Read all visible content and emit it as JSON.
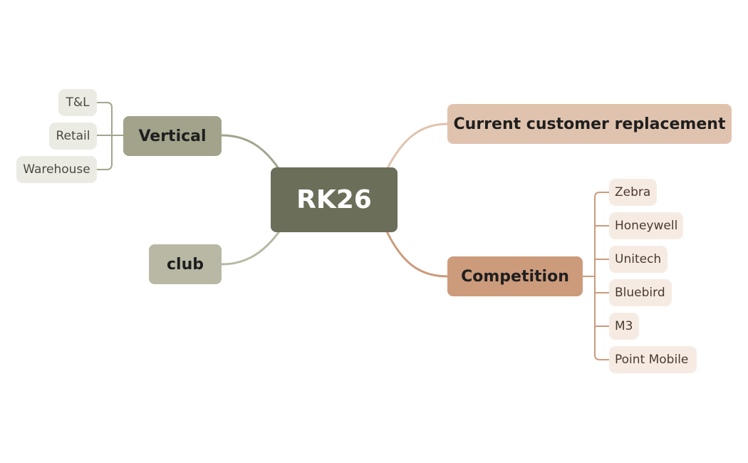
{
  "mindmap": {
    "root": {
      "label": "RK26"
    },
    "branches": {
      "vertical": {
        "label": "Vertical",
        "children": [
          "T&L",
          "Retail",
          "Warehouse"
        ]
      },
      "club": {
        "label": "club"
      },
      "current": {
        "label": "Current customer replacement"
      },
      "competition": {
        "label": "Competition",
        "children": [
          "Zebra",
          "Honeywell",
          "Unitech",
          "Bluebird",
          "M3",
          "Point Mobile"
        ]
      }
    }
  },
  "colors": {
    "root": "#6b6f5a",
    "vertical": "#a3a38c",
    "club": "#b8b8a4",
    "current": "#e0c3ae",
    "competition": "#cc9b7c",
    "left_connector": "#a3a38c",
    "right_connector_top": "#e0c3ae",
    "right_connector_bottom": "#cc9b7c"
  }
}
